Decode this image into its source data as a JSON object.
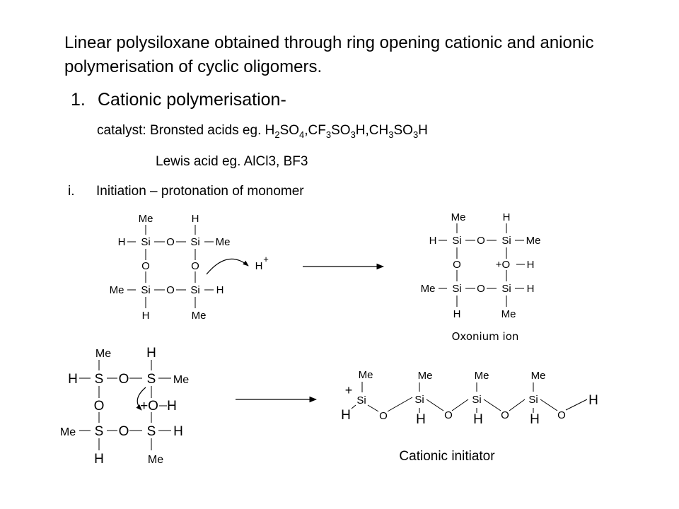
{
  "intro": "Linear polysiloxane obtained through ring opening cationic and anionic polymerisation of cyclic oligomers.",
  "heading": {
    "number": "1.",
    "text": "Cationic polymerisation-"
  },
  "catalyst": {
    "prefix": "catalyst: Bronsted acids eg. H",
    "s1": "2",
    "t1": "SO",
    "s2": "4",
    "t2": ",CF",
    "s3": "3",
    "t3": "SO",
    "s4": "3",
    "t4": "H,CH",
    "s5": "3",
    "t5": "SO",
    "s6": "3",
    "t6": "H"
  },
  "lewis": "Lewis acid eg. AlCl3, BF3",
  "step": {
    "number": "i.",
    "text": "Initiation – protonation of monomer"
  },
  "atoms": {
    "me": "Me",
    "h": "H",
    "si": "Si",
    "o": "O",
    "s": "S",
    "plus": "+",
    "plus_o": "+O"
  },
  "captions": {
    "oxonium": "Oxonium ion",
    "initiator": "Cationic initiator"
  }
}
